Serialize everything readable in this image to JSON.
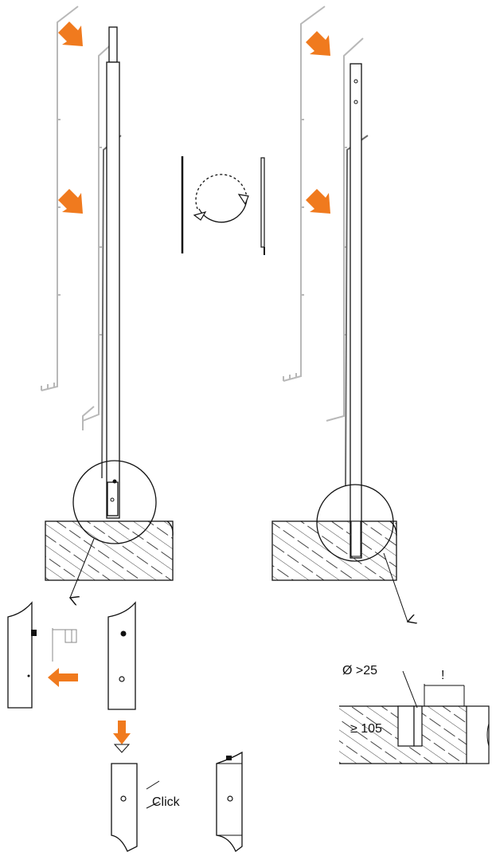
{
  "labels": {
    "click": "Click",
    "hole_diameter": "Ø >25",
    "hole_depth": "≥ 105",
    "clearance_mark": "!"
  },
  "colors": {
    "arrow": "#f07a1e",
    "line": "#111111",
    "ghost": "#b8b8b8",
    "hatch": "#444444"
  }
}
